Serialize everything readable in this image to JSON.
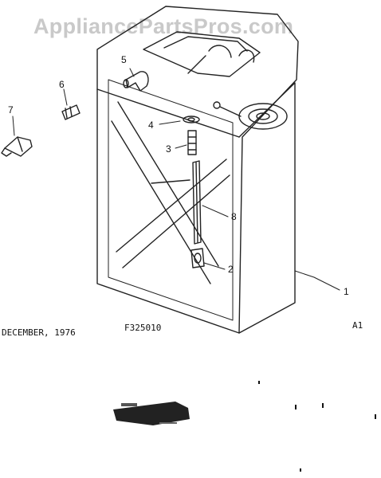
{
  "watermark": "AppliancePartsPros.com",
  "footer": {
    "date": "DECEMBER, 1976",
    "drawing_number": "F325010",
    "sheet": "A1"
  },
  "callouts": [
    "1",
    "2",
    "3",
    "4",
    "5",
    "6",
    "7",
    "8"
  ]
}
